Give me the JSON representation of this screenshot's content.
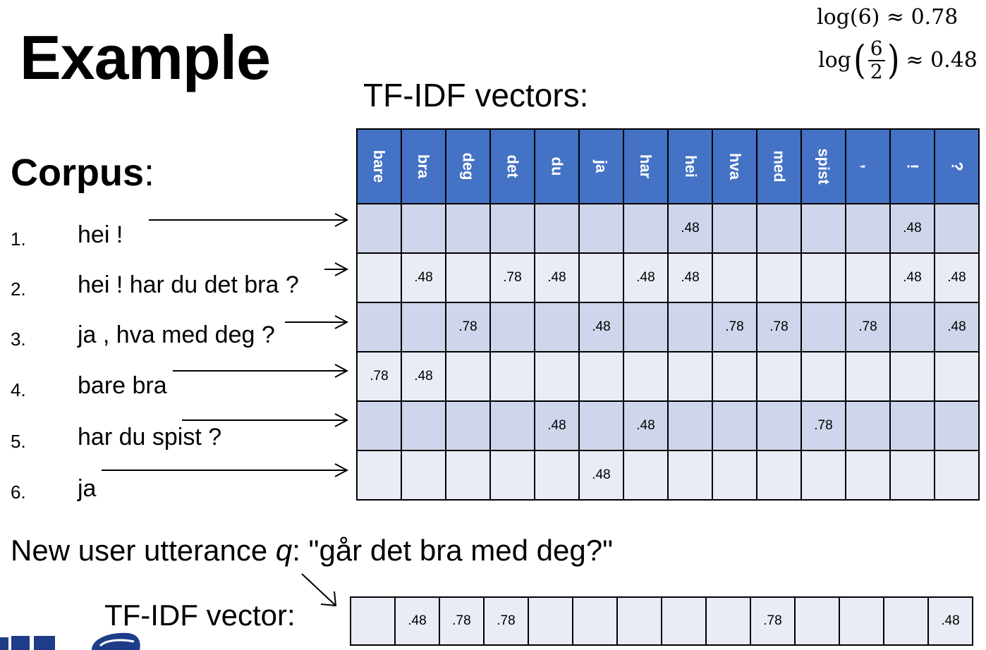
{
  "slide": {
    "title": "Example",
    "tfidf_heading": "TF-IDF vectors:",
    "corpus_heading": "Corpus",
    "corpus_colon": ":",
    "formulas": {
      "line1": "log(6) ≈ 0.78",
      "line2_prefix": "log",
      "line2_num": "6",
      "line2_den": "2",
      "line2_suffix": "≈ 0.48"
    },
    "corpus": [
      {
        "num": "1.",
        "text": "hei !"
      },
      {
        "num": "2.",
        "text": "hei ! har du det bra ?"
      },
      {
        "num": "3.",
        "text": "ja , hva med deg ?"
      },
      {
        "num": "4.",
        "text": "bare bra"
      },
      {
        "num": "5.",
        "text": "har du spist ?"
      },
      {
        "num": "6.",
        "text": "ja"
      }
    ],
    "terms": [
      "bare",
      "bra",
      "deg",
      "det",
      "du",
      "ja",
      "har",
      "hei",
      "hva",
      "med",
      "spist",
      ",",
      "!",
      "?"
    ],
    "vectors": [
      [
        "",
        "",
        "",
        "",
        "",
        "",
        "",
        ".48",
        "",
        "",
        "",
        "",
        ".48",
        ""
      ],
      [
        "",
        ".48",
        "",
        ".78",
        ".48",
        "",
        ".48",
        ".48",
        "",
        "",
        "",
        "",
        ".48",
        ".48"
      ],
      [
        "",
        "",
        ".78",
        "",
        "",
        ".48",
        "",
        "",
        ".78",
        ".78",
        "",
        ".78",
        "",
        ".48"
      ],
      [
        ".78",
        ".48",
        "",
        "",
        "",
        "",
        "",
        "",
        "",
        "",
        "",
        "",
        "",
        ""
      ],
      [
        "",
        "",
        "",
        "",
        ".48",
        "",
        ".48",
        "",
        "",
        "",
        ".78",
        "",
        "",
        ""
      ],
      [
        "",
        "",
        "",
        "",
        "",
        ".48",
        "",
        "",
        "",
        "",
        "",
        "",
        "",
        ""
      ]
    ],
    "utterance": {
      "prefix": "New user utterance ",
      "var": "q",
      "suffix": ": \"går det bra med deg?\""
    },
    "query_label": "TF-IDF vector:",
    "query_vector": [
      "",
      ".48",
      ".78",
      ".78",
      "",
      "",
      "",
      "",
      "",
      ".78",
      "",
      "",
      "",
      ".48"
    ],
    "colors": {
      "header_blue": "#4472C4",
      "row_dark": "#CFD5EA",
      "row_light": "#E9EBF5"
    }
  }
}
